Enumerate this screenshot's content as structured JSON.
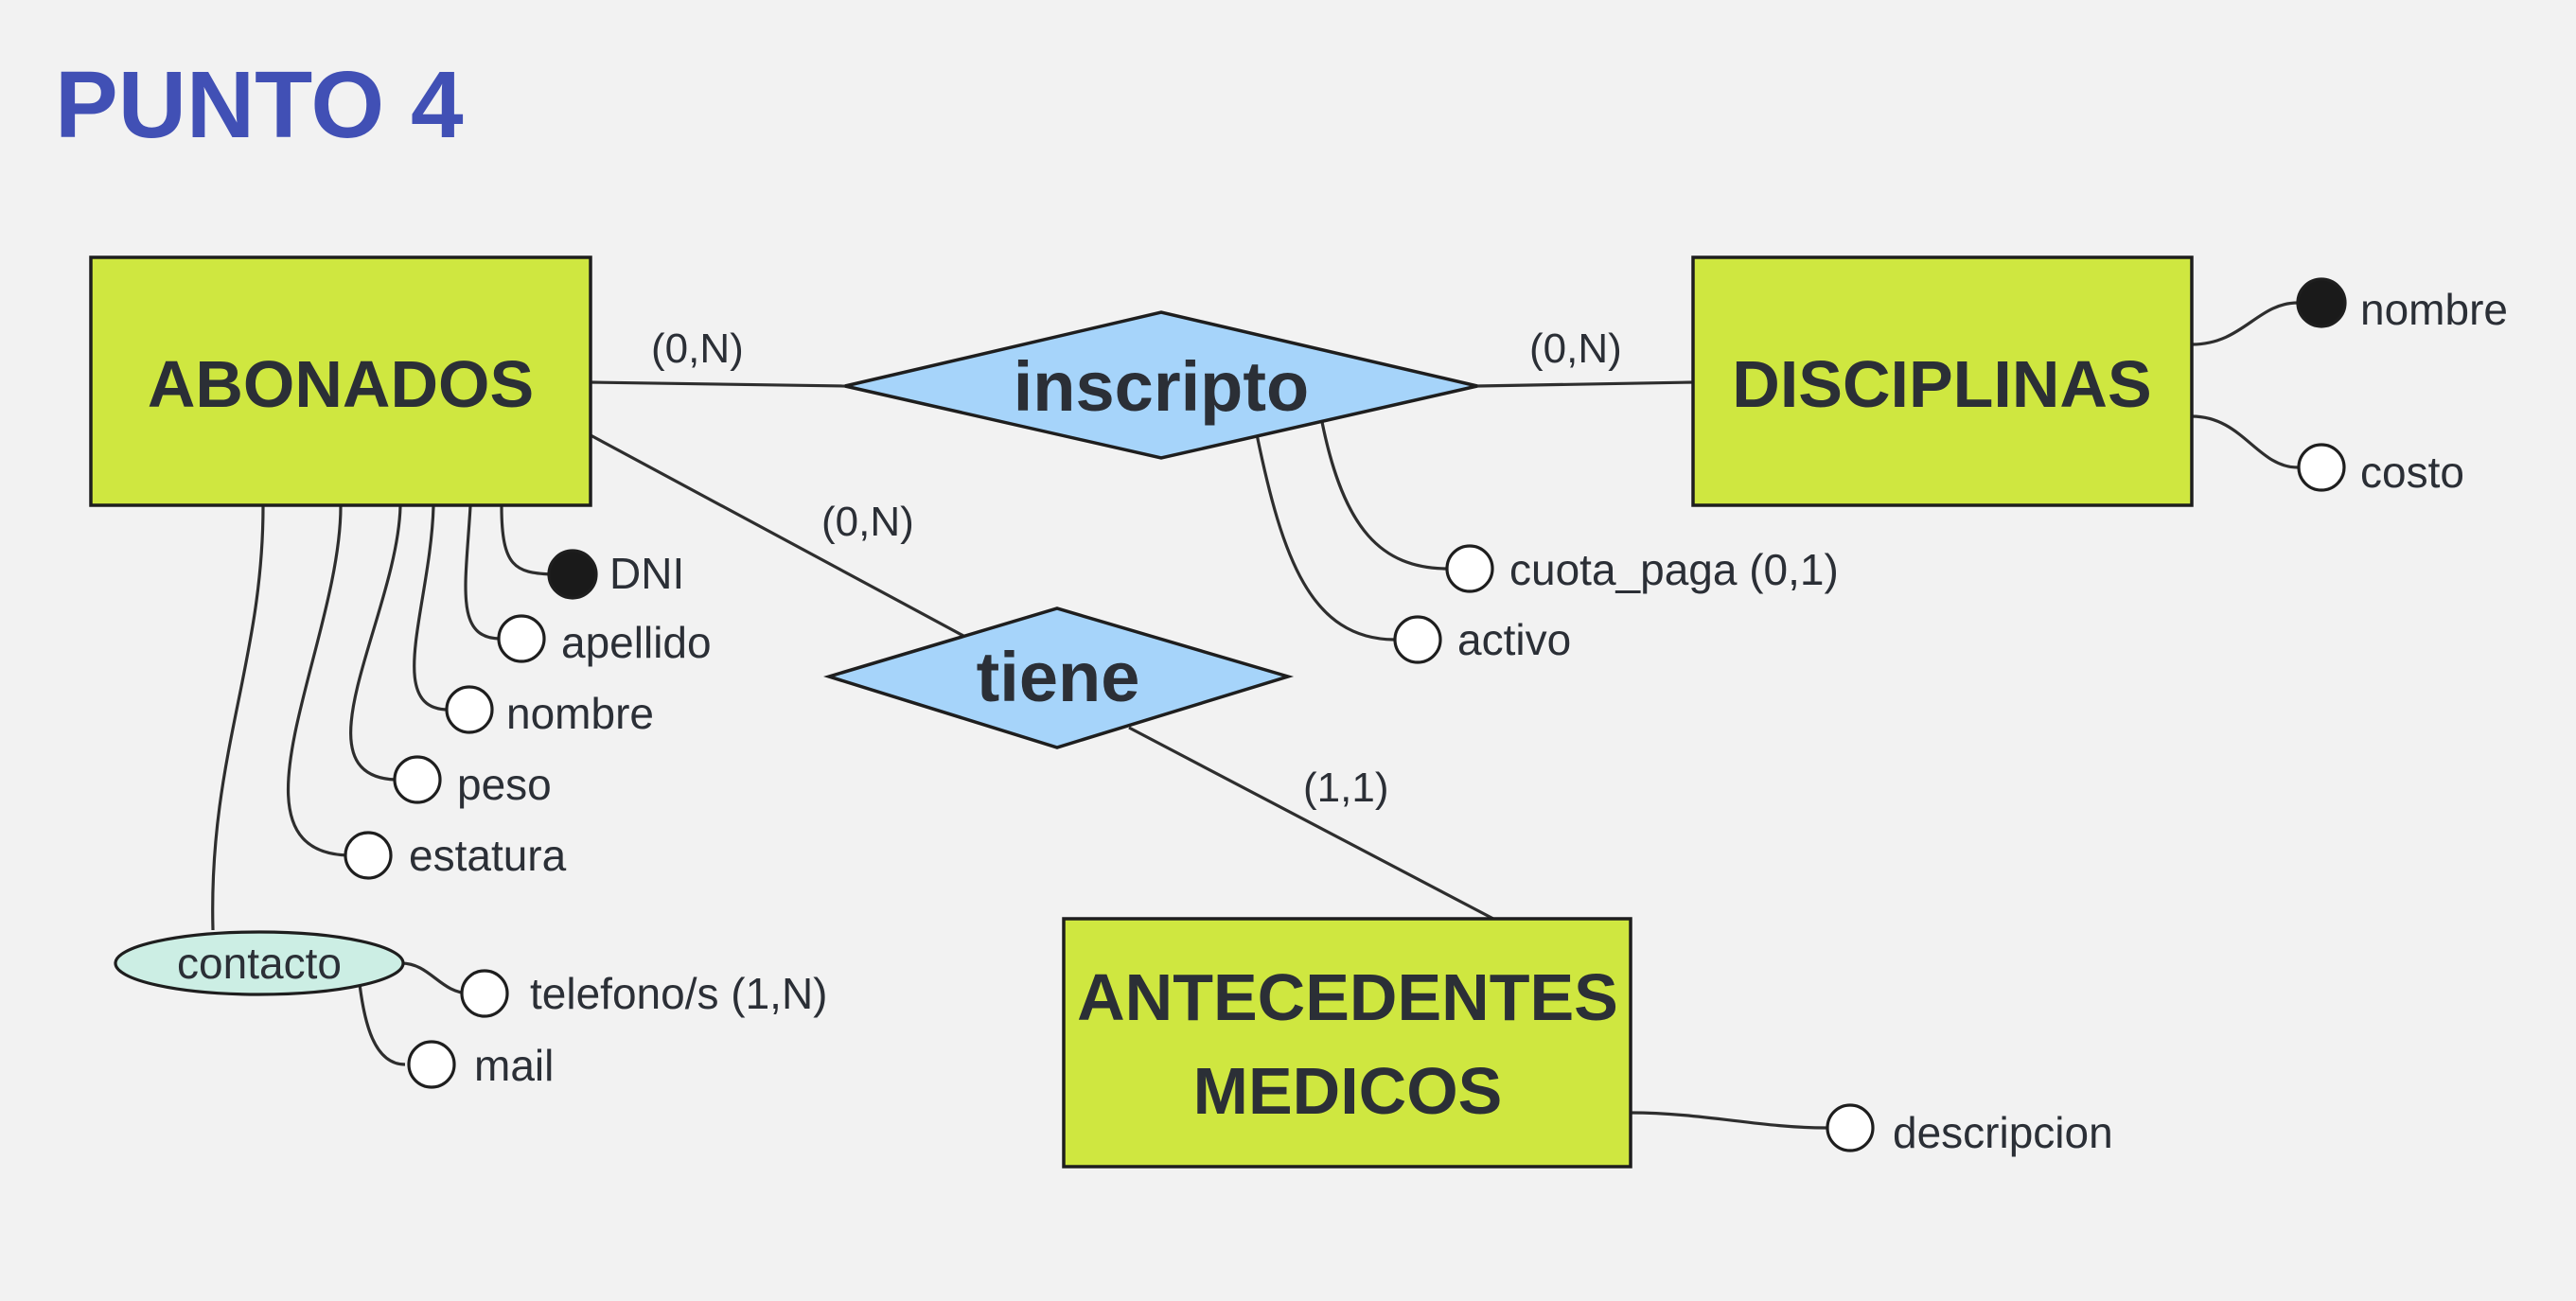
{
  "title": "PUNTO 4",
  "entities": {
    "abonados": "ABONADOS",
    "disciplinas": "DISCIPLINAS",
    "antecedentes_line1": "ANTECEDENTES",
    "antecedentes_line2": "MEDICOS"
  },
  "relationships": {
    "inscripto": "inscripto",
    "tiene": "tiene"
  },
  "cardinalities": {
    "abonados_inscripto": "(0,N)",
    "disciplinas_inscripto": "(0,N)",
    "abonados_tiene": "(0,N)",
    "antecedentes_tiene": "(1,1)"
  },
  "attributes": {
    "abonados": {
      "dni": "DNI",
      "apellido": "apellido",
      "nombre": "nombre",
      "peso": "peso",
      "estatura": "estatura"
    },
    "contacto": {
      "label": "contacto",
      "telefono": "telefono/s (1,N)",
      "mail": "mail"
    },
    "disciplinas": {
      "nombre": "nombre",
      "costo": "costo"
    },
    "inscripto": {
      "cuota_paga": "cuota_paga (0,1)",
      "activo": "activo"
    },
    "antecedentes": {
      "descripcion": "descripcion"
    }
  },
  "colors": {
    "entity_fill": "#cfe740",
    "relationship_fill": "#a6d4fa",
    "composite_fill": "#cceee4",
    "title_color": "#4150b5",
    "background": "#f2f2f2"
  }
}
